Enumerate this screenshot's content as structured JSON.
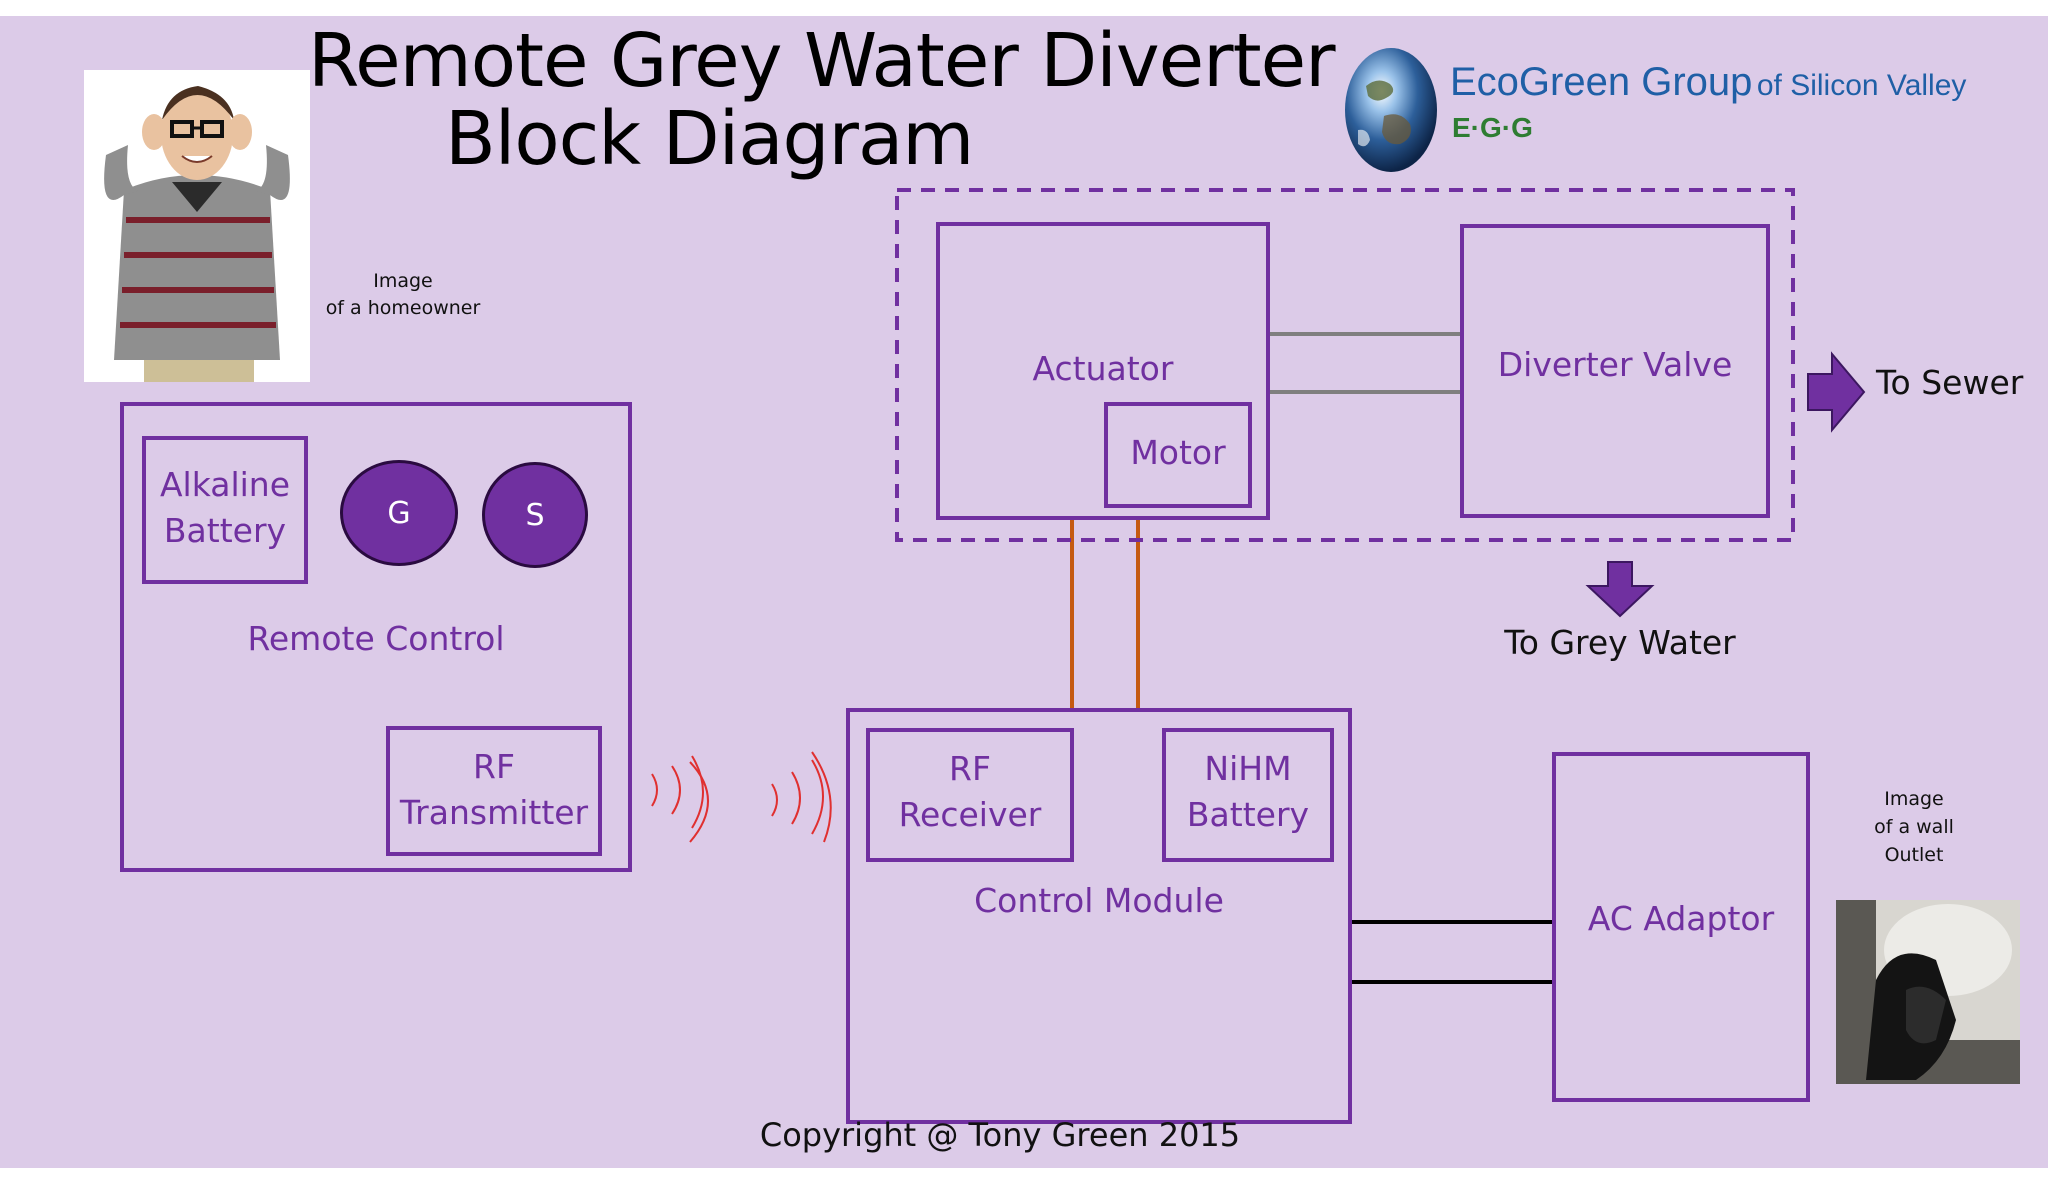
{
  "title": {
    "line1": "Remote Grey Water Diverter",
    "line2": "Block Diagram"
  },
  "logo": {
    "name": "EcoGreen Group",
    "suffix": "of Silicon Valley",
    "abbr": "E·G·G",
    "icon": "globe-icon"
  },
  "homeowner": {
    "caption_line1": "Image",
    "caption_line2": "of a  homeowner"
  },
  "remote_control": {
    "label": "Remote Control",
    "battery_line1": "Alkaline",
    "battery_line2": "Battery",
    "button_g": "G",
    "button_s": "S",
    "rf_line1": "RF",
    "rf_line2": "Transmitter"
  },
  "actuator_group": {
    "actuator_label": "Actuator",
    "motor_label": "Motor",
    "valve_label": "Diverter Valve"
  },
  "outputs": {
    "sewer": "To Sewer",
    "grey_water": "To Grey Water"
  },
  "control_module": {
    "label": "Control Module",
    "receiver_line1": "RF",
    "receiver_line2": "Receiver",
    "battery_line1": "NiHM",
    "battery_line2": "Battery"
  },
  "ac_adaptor": {
    "label": "AC Adaptor"
  },
  "outlet": {
    "caption_line1": "Image",
    "caption_line2": "of a wall",
    "caption_line3": "Outlet"
  },
  "copyright": "Copyright @ Tony Green 2015",
  "colors": {
    "background": "#dccbe8",
    "accent": "#7030a0",
    "wire_orange": "#c55a11",
    "wire_grey": "#7f7f7f",
    "wire_black": "#000000",
    "wave_red": "#e03030"
  }
}
